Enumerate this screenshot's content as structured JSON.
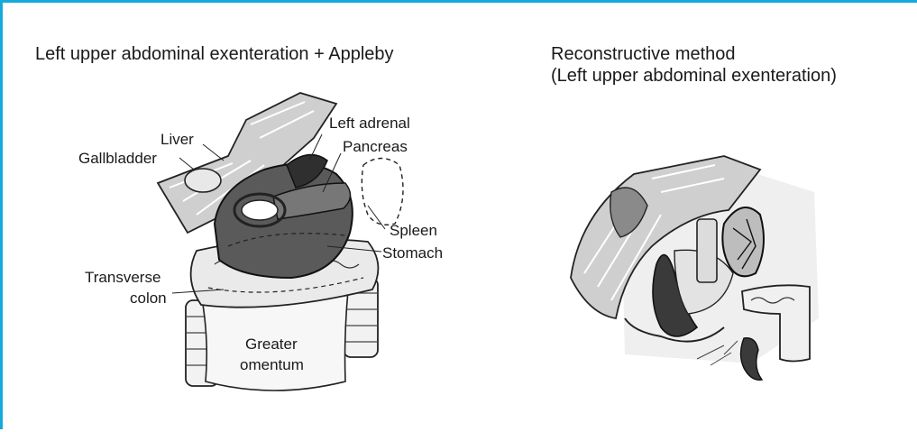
{
  "left_panel": {
    "title": "Left upper abdominal exenteration + Appleby",
    "labels": {
      "liver": "Liver",
      "gallbladder": "Gallbladder",
      "left_adrenal": "Left adrenal",
      "pancreas": "Pancreas",
      "spleen": "Spleen",
      "stomach": "Stomach",
      "transverse_colon": [
        "Transverse",
        "colon"
      ],
      "greater_omentum": [
        "Greater",
        "omentum"
      ]
    }
  },
  "right_panel": {
    "title_lines": [
      "Reconstructive method",
      "(Left upper abdominal exenteration)"
    ]
  },
  "colors": {
    "frame_border": "#16a9dc",
    "organ_dark": "#3a3a3a",
    "organ_mid": "#9a9a9a",
    "organ_light": "#d9d9d9",
    "ink": "#1a1a1a"
  }
}
